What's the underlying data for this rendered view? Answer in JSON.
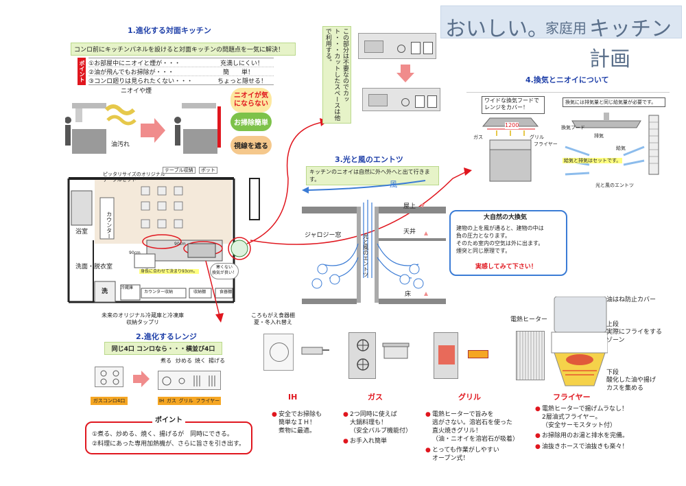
{
  "title": {
    "main1": "おいしい。",
    "small": "家庭用",
    "main2": "キッチン計画"
  },
  "sec1": {
    "heading": "1.進化する対面キッチン",
    "banner": "コンロ前にキッチンパネルを設けると対面キッチンの問題点を一気に解決！",
    "point_label": "ポイント",
    "rows": [
      {
        "q": "①お部屋中にニオイと煙が・・・",
        "a": "充満しにくい！"
      },
      {
        "q": "②油が飛んでもお掃除が・・・",
        "a": "簡　　単！"
      },
      {
        "q": "③コンロ廻りは見られたくない・・・",
        "a": "ちょっと隠せる！"
      }
    ],
    "smoke_label": "ニオイや煙",
    "oil_label": "油汚れ",
    "b1": "ニオイが気\nにならない",
    "b2": "お掃除簡単",
    "b3": "視線を遮る"
  },
  "plan": {
    "table_label": "ピッタリサイズのオリジナル\nテーブルセット",
    "table_storage": "テーブル収納",
    "pot": "ポット",
    "counter": "カウンター",
    "bath": "浴室",
    "dim": "90cm",
    "dim2": "90cm",
    "height_note": "身長に合わせて決まり93cm。",
    "wash": "洗面・脱衣室",
    "wash_short": "洗",
    "fridge": "冷蔵庫",
    "counter_storage": "カウンター収納",
    "store": "収納棚",
    "dish": "食器棚",
    "bubble": "寒くない\n換気が良い！",
    "note1": "未来のオリジナル冷蔵庫と冷凍庫\n収納タップリ",
    "note2": "ころもがえ食器棚\n夏・冬入れ替え"
  },
  "cut_note": "この部分は不要なのでカット・・・カットしたスペースは他で利用する。",
  "sec2": {
    "heading": "2.進化するレンジ",
    "sub": "同じ4口 コンロなら・・・横並び4口",
    "labels": [
      "煮る",
      "炒める",
      "焼く",
      "揚げる"
    ],
    "gas4": "ガスコンロ4口",
    "kinds": [
      "IH",
      "ガス",
      "グリル",
      "フライヤー"
    ],
    "point_title": "ポイント",
    "points": [
      "①煮る、炒める、焼く、揚げるが　同時にできる。",
      "②料理にあった専用加熱機が、さらに旨さを引き出す。"
    ]
  },
  "sec3": {
    "heading": "3.光と風のエントツ",
    "banner": "キッチンのニオイは自然に外へ外へと出て行きます。",
    "wind": "風",
    "roof": "屋上",
    "ceiling": "天井",
    "floor": "床",
    "jacuzzi": "ジャロジー窓",
    "chimney": "光と風のエントツ",
    "box_title": "大自然の大換気",
    "box_lines": [
      "建物の上を風が通ると、建物の中は",
      "負の圧力となります。",
      "そのため室内の空気は外に出ます。",
      "煙突と同じ原理です。"
    ],
    "box_cta": "実感してみて下さい！"
  },
  "sec4": {
    "heading": "4.換気とニオイについて",
    "left_note": "ワイドな換気フードで\nレンジをカバー！",
    "right_note": "換気には排気量と同じ給気量が必要です。",
    "dim": "1200",
    "gas": "ガス",
    "grill": "グリル",
    "fryer": "フライヤー",
    "hood": "換気フード",
    "exhaust": "排気",
    "supply": "給気",
    "set_note": "給気と排気はセットです。",
    "chimney": "光と風のエントツ"
  },
  "devices": [
    {
      "name": "IH",
      "items": [
        "安全でお掃除も\n簡単なＩＨ！\n煮物に最適。"
      ]
    },
    {
      "name": "ガス",
      "items": [
        "2つ同時に使えば\n大鍋料理も！\n（安全バルブ機能付）",
        "お手入れ簡単"
      ]
    },
    {
      "name": "グリル",
      "items": [
        "電熱ヒーターで旨みを\n逃がさない。溶岩石を使った\n直火焼きグリル！\n（油・ニオイを溶岩石が吸着）",
        "とっても作業がしやすい\nオープン式！"
      ]
    },
    {
      "name": "フライヤー",
      "items": [
        "電熱ヒーターで揚げムラなし！\n2層油式フライヤー。\n（安全サーモスタット付）",
        "お掃除用のお湯と排水を完備。",
        "油抜きホースで油抜きも楽々！"
      ]
    }
  ],
  "fryer_diagram": {
    "cover": "油はね防止カバー",
    "heater": "電熱ヒーター",
    "upper": "上段\n実際にフライをする\nゾーン",
    "lower": "下段\n酸化した油や揚げ\nカスを集める"
  },
  "colors": {
    "accent_red": "#e0161e",
    "heading_blue": "#1e3fa8",
    "green": "#e6f3c8",
    "title_bg": "#dce6f2"
  }
}
